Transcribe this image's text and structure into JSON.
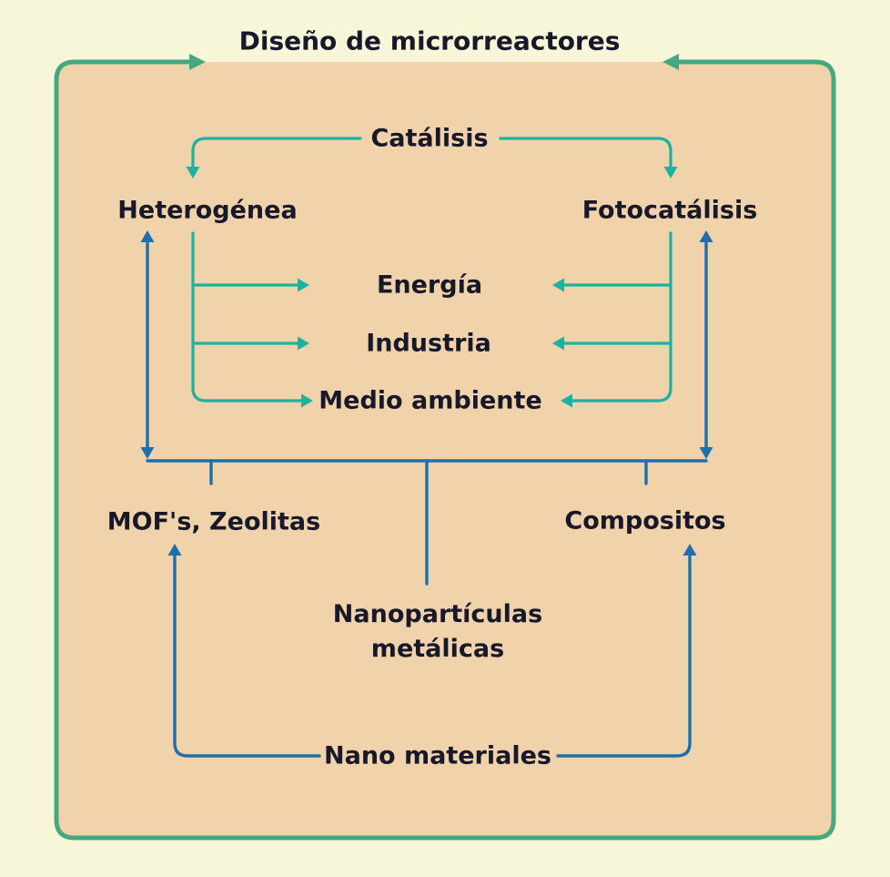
{
  "title": "Diseño de microrreactores",
  "labels": {
    "catalisis": "Catálisis",
    "heterogenea": "Heterogénea",
    "fotocatalisis": "Fotocatálisis",
    "energia": "Energía",
    "industria": "Industria",
    "medio_ambiente": "Medio ambiente",
    "mofs_zeolitas": "MOF's, Zeolitas",
    "compositos": "Compositos",
    "nanoparticulas_metalicas": "Nanopartículas\nmetálicas",
    "nano_materiales": "Nano materiales"
  },
  "edges": [
    {
      "from": "Catálisis",
      "to": "Heterogénea",
      "style": "teal-arrow"
    },
    {
      "from": "Catálisis",
      "to": "Fotocatálisis",
      "style": "teal-arrow"
    },
    {
      "from": "Heterogénea",
      "to": "Energía",
      "style": "teal-arrow"
    },
    {
      "from": "Heterogénea",
      "to": "Industria",
      "style": "teal-arrow"
    },
    {
      "from": "Heterogénea",
      "to": "Medio ambiente",
      "style": "teal-arrow"
    },
    {
      "from": "Fotocatálisis",
      "to": "Energía",
      "style": "teal-arrow"
    },
    {
      "from": "Fotocatálisis",
      "to": "Industria",
      "style": "teal-arrow"
    },
    {
      "from": "Fotocatálisis",
      "to": "Medio ambiente",
      "style": "teal-arrow"
    },
    {
      "from": "Heterogénea",
      "to": "materials-bus",
      "style": "blue-double-arrow"
    },
    {
      "from": "Fotocatálisis",
      "to": "materials-bus",
      "style": "blue-double-arrow"
    },
    {
      "from": "materials-bus",
      "to": "MOF's, Zeolitas",
      "style": "blue-tick"
    },
    {
      "from": "materials-bus",
      "to": "Compositos",
      "style": "blue-tick"
    },
    {
      "from": "materials-bus",
      "to": "Nanopartículas metálicas",
      "style": "blue-line"
    },
    {
      "from": "Nano materiales",
      "to": "MOF's, Zeolitas",
      "style": "blue-arrow"
    },
    {
      "from": "Nano materiales",
      "to": "Compositos",
      "style": "blue-arrow"
    },
    {
      "from": "box-border-left",
      "to": "Diseño de microrreactores",
      "style": "green-arrow"
    },
    {
      "from": "box-border-right",
      "to": "Diseño de microrreactores",
      "style": "green-arrow"
    }
  ],
  "colors": {
    "background": "#F8F6D8",
    "box_fill": "#F0D2AB",
    "box_border": "#46A87F",
    "teal_arrow": "#1CB2A3",
    "blue_arrow": "#1E6FAD",
    "text": "#18182B"
  }
}
